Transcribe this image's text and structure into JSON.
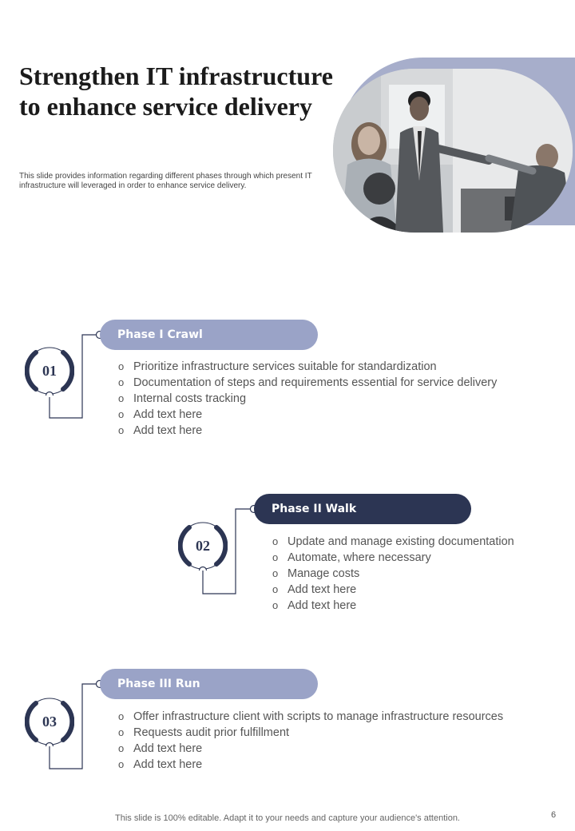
{
  "header": {
    "title": "Strengthen IT infrastructure to enhance service delivery",
    "subtitle": "This slide provides information regarding different phases through which present IT infrastructure will leveraged in order to enhance service delivery."
  },
  "image": {
    "alt": "team meeting photo"
  },
  "phases": [
    {
      "number": "01",
      "label": "Phase I Crawl",
      "items": [
        "Prioritize infrastructure  services suitable for standardization",
        "Documentation  of steps and requirements  essential for service delivery",
        "Internal  costs tracking",
        "Add text here",
        "Add text here"
      ]
    },
    {
      "number": "02",
      "label": "Phase II Walk",
      "items": [
        "Update and manage existing documentation",
        "Automate, where necessary",
        "Manage costs",
        "Add text here",
        "Add text here"
      ]
    },
    {
      "number": "03",
      "label": "Phase III Run",
      "items": [
        "Offer infrastructure  client with scripts to manage infrastructure  resources",
        "Requests audit prior fulfillment",
        "Add text here",
        "Add text here"
      ]
    }
  ],
  "bullet_symbol": "o",
  "footer": {
    "note": "This slide is 100% editable. Adapt it to your needs and capture your audience's attention.",
    "page_number": "6"
  },
  "colors": {
    "light": "#9aa3c7",
    "dark": "#2c3553"
  }
}
